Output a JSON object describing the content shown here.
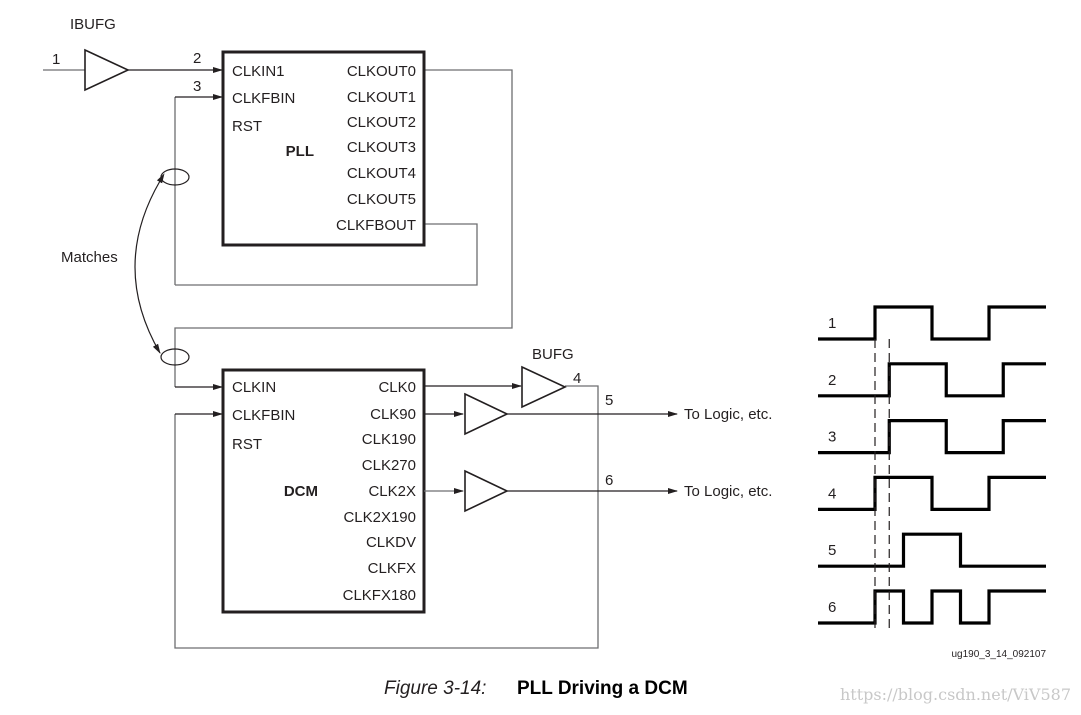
{
  "ibufg": {
    "label": "IBUFG"
  },
  "bufg": {
    "label": "BUFG"
  },
  "pll": {
    "name": "PLL",
    "inputs": [
      "CLKIN1",
      "CLKFBIN",
      "RST"
    ],
    "outputs": [
      "CLKOUT0",
      "CLKOUT1",
      "CLKOUT2",
      "CLKOUT3",
      "CLKOUT4",
      "CLKOUT5",
      "CLKFBOUT"
    ]
  },
  "dcm": {
    "name": "DCM",
    "inputs": [
      "CLKIN",
      "CLKFBIN",
      "RST"
    ],
    "outputs": [
      "CLK0",
      "CLK90",
      "CLK190",
      "CLK270",
      "CLK2X",
      "CLK2X190",
      "CLKDV",
      "CLKFX",
      "CLKFX180"
    ]
  },
  "net_labels": [
    "1",
    "2",
    "3",
    "4",
    "5",
    "6"
  ],
  "matches_label": "Matches",
  "to_logic": [
    "To Logic, etc.",
    "To Logic, etc."
  ],
  "timing": {
    "signals": [
      {
        "label": "1",
        "transitions": [
          [
            0,
            0
          ],
          [
            0.25,
            1
          ],
          [
            0.5,
            0
          ],
          [
            0.75,
            1
          ]
        ]
      },
      {
        "label": "2",
        "transitions": [
          [
            0,
            0
          ],
          [
            0.3125,
            1
          ],
          [
            0.5625,
            0
          ],
          [
            0.8125,
            1
          ]
        ]
      },
      {
        "label": "3",
        "transitions": [
          [
            0,
            0
          ],
          [
            0.3125,
            1
          ],
          [
            0.5625,
            0
          ],
          [
            0.8125,
            1
          ]
        ]
      },
      {
        "label": "4",
        "transitions": [
          [
            0,
            0
          ],
          [
            0.25,
            1
          ],
          [
            0.5,
            0
          ],
          [
            0.75,
            1
          ]
        ]
      },
      {
        "label": "5",
        "transitions": [
          [
            0,
            0
          ],
          [
            0.375,
            1
          ],
          [
            0.625,
            0
          ]
        ]
      },
      {
        "label": "6",
        "transitions": [
          [
            0,
            0
          ],
          [
            0.25,
            1
          ],
          [
            0.375,
            0
          ],
          [
            0.5,
            1
          ],
          [
            0.625,
            0
          ],
          [
            0.75,
            1
          ]
        ]
      }
    ],
    "reference_edges": [
      0.25,
      0.3125
    ]
  },
  "figure_code": "ug190_3_14_092107",
  "caption": {
    "number": "Figure 3-14:",
    "title": "PLL Driving a DCM"
  },
  "watermark": "https://blog.csdn.net/ViV587"
}
